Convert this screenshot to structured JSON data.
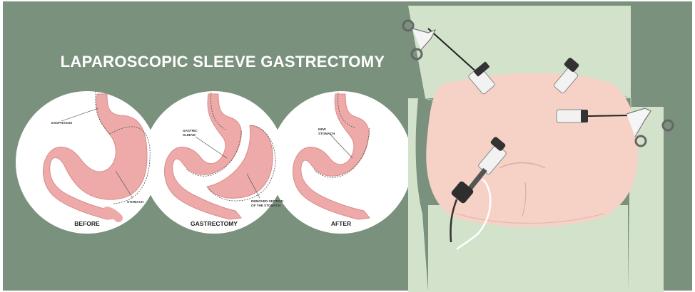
{
  "title": "LAPAROSCOPIC SLEEVE GASTRECTOMY",
  "panels": [
    {
      "caption": "BEFORE",
      "labels": [
        "ESOPHAGUS",
        "STOMACH"
      ]
    },
    {
      "caption": "GASTRECTOMY",
      "labels": [
        "GASTRIC",
        "SLEEVE",
        "REMOVED SECTION",
        "OF THE STOMACH"
      ]
    },
    {
      "caption": "AFTER",
      "labels": [
        "NEW",
        "STOMACH"
      ]
    }
  ],
  "colors": {
    "background": "#7a917d",
    "stomach": "#eeaaa8",
    "skin": "#f6d2c6",
    "drape": "#d3e2cb"
  }
}
